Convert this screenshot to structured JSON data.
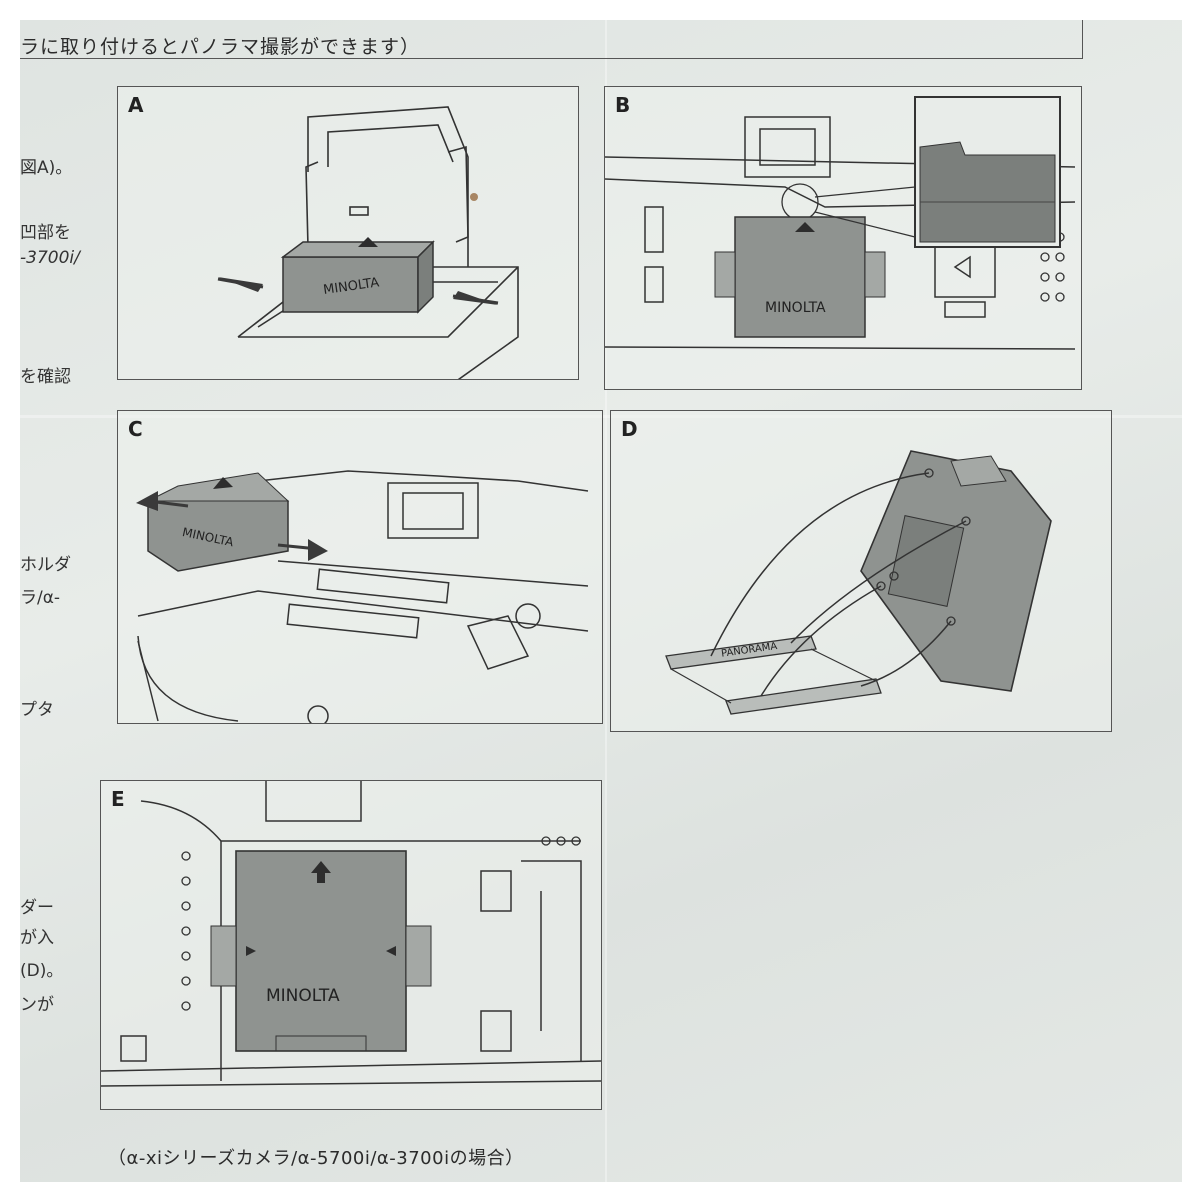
{
  "header": {
    "text": "ラに取り付けるとパノラマ撮影ができます）"
  },
  "margin_fragments": [
    {
      "id": "m1",
      "text": "図A)。"
    },
    {
      "id": "m2",
      "text": "凹部を"
    },
    {
      "id": "m3",
      "text": "-3700i/"
    },
    {
      "id": "m4",
      "text": "を確認"
    },
    {
      "id": "m5",
      "text": "ホルダ"
    },
    {
      "id": "m6",
      "text": "ラ/α-"
    },
    {
      "id": "m7",
      "text": "プタ"
    },
    {
      "id": "m8",
      "text": "ダー"
    },
    {
      "id": "m9",
      "text": "が入"
    },
    {
      "id": "m10",
      "text": "(D)。"
    },
    {
      "id": "m11",
      "text": "ンが"
    }
  ],
  "panels": {
    "a": {
      "label": "A",
      "brand": "MINOLTA"
    },
    "b": {
      "label": "B",
      "brand": "MINOLTA"
    },
    "c": {
      "label": "C",
      "brand": "MINOLTA"
    },
    "d": {
      "label": "D",
      "mask_label": "PANORAMA"
    },
    "e": {
      "label": "E",
      "brand": "MINOLTA"
    }
  },
  "caption": {
    "text": "（α-xiシリーズカメラ/α-5700i/α-3700iの場合）"
  },
  "colors": {
    "paper": "#e3e7e4",
    "ink": "#333333",
    "fill_gray": "#8f9390"
  }
}
